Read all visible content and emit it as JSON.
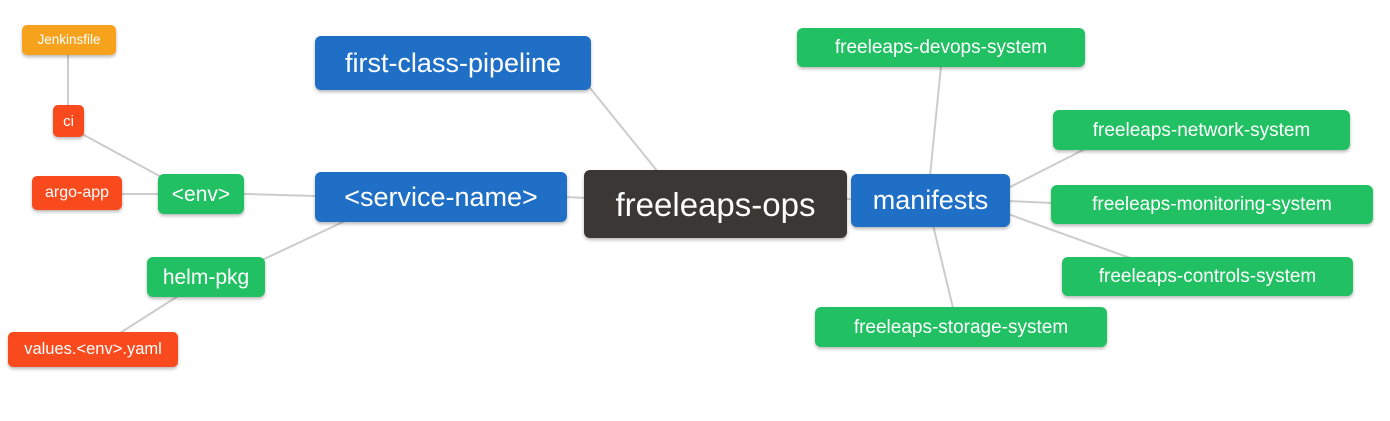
{
  "colors": {
    "blue": "#1F6FC6",
    "green": "#21C163",
    "red": "#F84A1D",
    "orange": "#F7A21C",
    "dark": "#3B3735",
    "edge": "#CCCCCC",
    "text": "#FFFFFF",
    "background": "#FFFFFF"
  },
  "diagram": {
    "type": "mindmap",
    "root_label": "freeleaps-ops",
    "nodes": [
      {
        "id": "freeleaps-ops",
        "label": "freeleaps-ops",
        "color": "dark"
      },
      {
        "id": "first-class-pipeline",
        "label": "first-class-pipeline",
        "color": "blue"
      },
      {
        "id": "service-name",
        "label": "<service-name>",
        "color": "blue"
      },
      {
        "id": "manifests",
        "label": "manifests",
        "color": "blue"
      },
      {
        "id": "env",
        "label": "<env>",
        "color": "green"
      },
      {
        "id": "helm-pkg",
        "label": "helm-pkg",
        "color": "green"
      },
      {
        "id": "ci",
        "label": "ci",
        "color": "red"
      },
      {
        "id": "argo-app",
        "label": "argo-app",
        "color": "red"
      },
      {
        "id": "values-env-yaml",
        "label": "values.<env>.yaml",
        "color": "red"
      },
      {
        "id": "jenkinsfile",
        "label": "Jenkinsfile",
        "color": "orange"
      },
      {
        "id": "freeleaps-devops-system",
        "label": "freeleaps-devops-system",
        "color": "green"
      },
      {
        "id": "freeleaps-network-system",
        "label": "freeleaps-network-system",
        "color": "green"
      },
      {
        "id": "freeleaps-monitoring-system",
        "label": "freeleaps-monitoring-system",
        "color": "green"
      },
      {
        "id": "freeleaps-controls-system",
        "label": "freeleaps-controls-system",
        "color": "green"
      },
      {
        "id": "freeleaps-storage-system",
        "label": "freeleaps-storage-system",
        "color": "green"
      }
    ],
    "edges": [
      [
        "jenkinsfile",
        "ci"
      ],
      [
        "ci",
        "env"
      ],
      [
        "argo-app",
        "env"
      ],
      [
        "env",
        "service-name"
      ],
      [
        "service-name",
        "helm-pkg"
      ],
      [
        "helm-pkg",
        "values-env-yaml"
      ],
      [
        "first-class-pipeline",
        "freeleaps-ops"
      ],
      [
        "service-name",
        "freeleaps-ops"
      ],
      [
        "freeleaps-ops",
        "manifests"
      ],
      [
        "manifests",
        "freeleaps-devops-system"
      ],
      [
        "manifests",
        "freeleaps-network-system"
      ],
      [
        "manifests",
        "freeleaps-monitoring-system"
      ],
      [
        "manifests",
        "freeleaps-controls-system"
      ],
      [
        "manifests",
        "freeleaps-storage-system"
      ]
    ]
  }
}
